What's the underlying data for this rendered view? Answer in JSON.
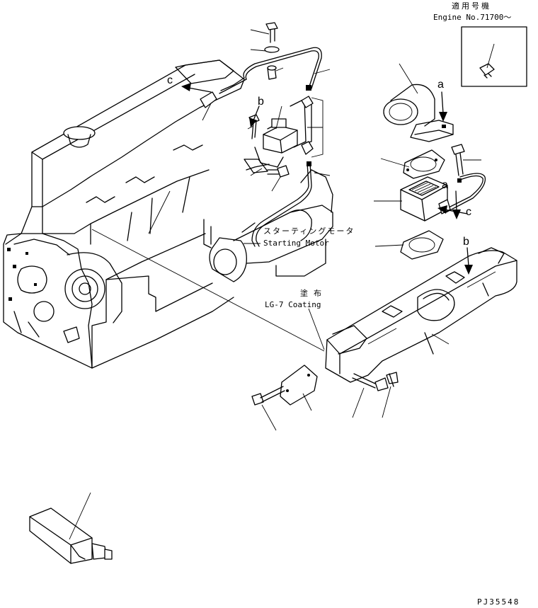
{
  "header": {
    "serial_label": "適用号機",
    "engine_no": "Engine No.71700～"
  },
  "labels": {
    "starting_motor_ja": "スターティングモータ",
    "starting_motor_en": "Starting Motor",
    "coating_ja": "塗布",
    "coating_en": "LG-7 Coating"
  },
  "ref_letters": {
    "c1": "c",
    "b1": "b",
    "a1": "a",
    "a2": "a",
    "c2": "c",
    "b2": "b"
  },
  "footer": {
    "drawing_no": "PJ35548"
  }
}
